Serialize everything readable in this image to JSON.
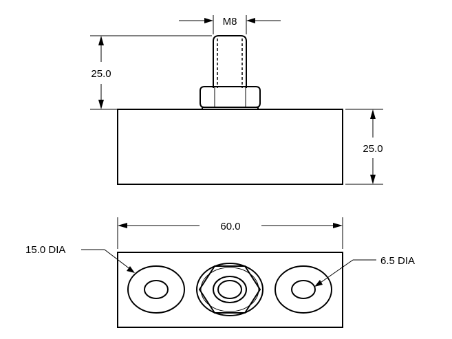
{
  "dimensions": {
    "thread_size": "M8",
    "stud_height": "25.0",
    "block_height": "25.0",
    "block_width": "60.0",
    "counterbore_dia": "15.0 DIA",
    "hole_dia": "6.5 DIA"
  },
  "colors": {
    "line": "#000000",
    "background": "#ffffff"
  }
}
